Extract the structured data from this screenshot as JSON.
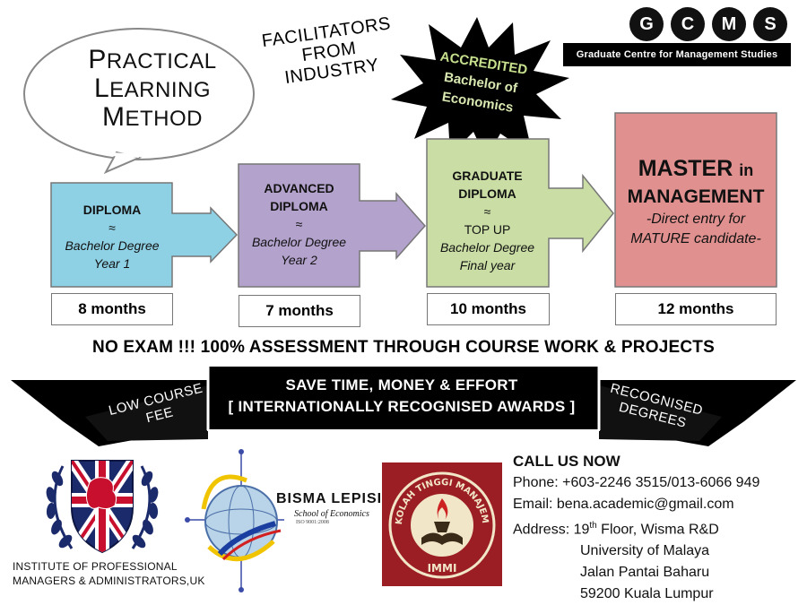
{
  "bubble": {
    "line1_first": "P",
    "line1_rest": "RACTICAL",
    "line2_first": "L",
    "line2_rest": "EARNING",
    "line3_first": "M",
    "line3_rest": "ETHOD"
  },
  "facilitators": [
    "FACILITATORS",
    "FROM",
    "INDUSTRY"
  ],
  "starburst": {
    "line1": "ACCREDITED",
    "line2": "Bachelor of",
    "line3": "Economics"
  },
  "logo": {
    "letters": [
      "G",
      "C",
      "M",
      "S"
    ],
    "name": "Graduate Centre for Management Studies"
  },
  "steps": [
    {
      "title": "DIPLOMA",
      "approx": "≈",
      "line1": "Bachelor Degree",
      "line2": "Year 1",
      "duration": "8 months",
      "color": "#8ed0e4"
    },
    {
      "title1": "ADVANCED",
      "title2": "DIPLOMA",
      "approx": "≈",
      "line1": "Bachelor Degree",
      "line2": "Year 2",
      "duration": "7 months",
      "color": "#b3a2cc"
    },
    {
      "title1": "GRADUATE",
      "title2": "DIPLOMA",
      "approx": "≈",
      "topup": "TOP UP",
      "line1": "Bachelor Degree",
      "line2": "Final year",
      "duration": "10 months",
      "color": "#c9dda4"
    },
    {
      "title_main": "MASTER",
      "title_in": "in",
      "title2": "MANAGEMENT",
      "line1": "-Direct entry for",
      "line2": "MATURE candidate-",
      "duration": "12 months",
      "color": "#e0918f"
    }
  ],
  "assessment": "NO EXAM !!! 100% ASSESSMENT THROUGH COURSE WORK & PROJECTS",
  "banner": {
    "main1": "SAVE TIME, MONEY & EFFORT",
    "main2": "[ INTERNATIONALLY RECOGNISED AWARDS ]",
    "left1": "LOW COURSE",
    "left2": "FEE",
    "right1": "RECOGNISED",
    "right2": "DEGREES"
  },
  "institutes": {
    "ipma1": "INSTITUTE OF PROFESSIONAL",
    "ipma2": "MANAGERS & ADMINISTRATORS,UK",
    "bisma": "BISMA LEPISI",
    "bisma_sub": "School of Economics",
    "bisma_iso": "ISO 9001:2008",
    "stm_ring": "SEKOLAH TINGGI MANAJEMEN",
    "stm_bottom": "IMMI"
  },
  "contact": {
    "heading": "CALL US NOW",
    "phone": "Phone: +603-2246 3515/013-6066 949",
    "email": "Email:   bena.academic@gmail.com",
    "address_label": "Address: 19",
    "address_sup": "th",
    "address_first": " Floor, Wisma R&D",
    "address_lines": [
      "University of Malaya",
      "Jalan Pantai Baharu",
      "59200 Kuala Lumpur"
    ]
  }
}
